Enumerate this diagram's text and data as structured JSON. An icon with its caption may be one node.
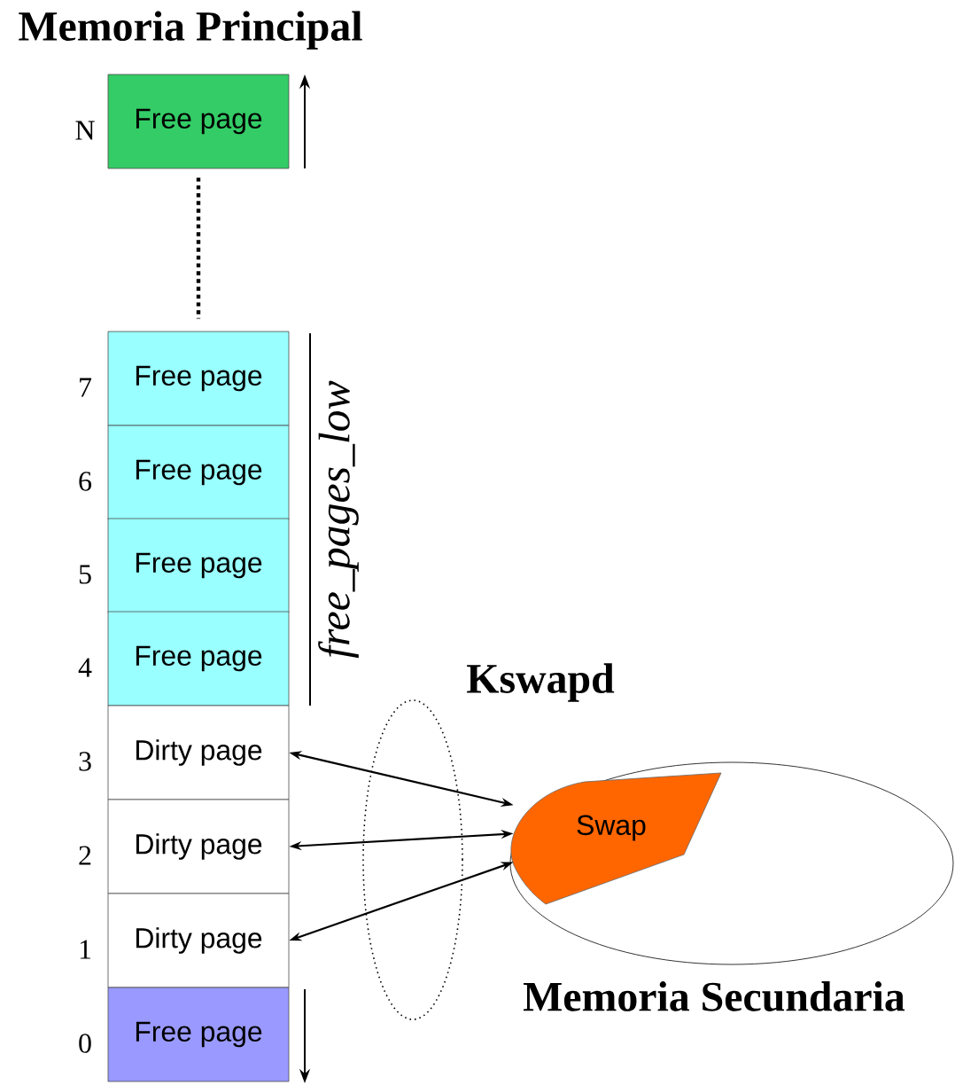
{
  "diagram": {
    "title": "Memoria Principal",
    "nodes": [
      {
        "text": [
          "Free page"
        ],
        "beside": [
          "N"
        ]
      },
      {
        "text": [
          "Free page"
        ],
        "beside": [
          "7"
        ]
      },
      {
        "text": [
          "Free page"
        ],
        "beside": [
          "6"
        ]
      },
      {
        "text": [
          "Free page"
        ],
        "beside": [
          "5"
        ]
      },
      {
        "text": [
          "Free page"
        ],
        "beside": [
          "4"
        ]
      },
      {
        "text": [
          "Dirty page"
        ],
        "beside": [
          "3"
        ]
      },
      {
        "text": [
          "Dirty page"
        ],
        "beside": [
          "2"
        ]
      },
      {
        "text": [
          "Dirty page"
        ],
        "beside": [
          "1"
        ]
      },
      {
        "text": [
          "Free page"
        ],
        "beside": [
          "0"
        ]
      },
      {
        "text": [
          "Memoria Secundaria"
        ]
      },
      {
        "text": [
          "Swap"
        ],
        "in": 9
      }
    ],
    "edges": [
      {
        "from": 10,
        "to": 5,
        "arrow": "both"
      },
      {
        "from": 10,
        "to": 6,
        "arrow": "both"
      },
      {
        "from": 10,
        "to": 7,
        "arrow": "both"
      },
      {
        "from": 0,
        "to": 1,
        "arrow": "none",
        "style": "dashed"
      }
    ],
    "labels": [
      "free_pages_low",
      "Kswapd"
    ]
  }
}
